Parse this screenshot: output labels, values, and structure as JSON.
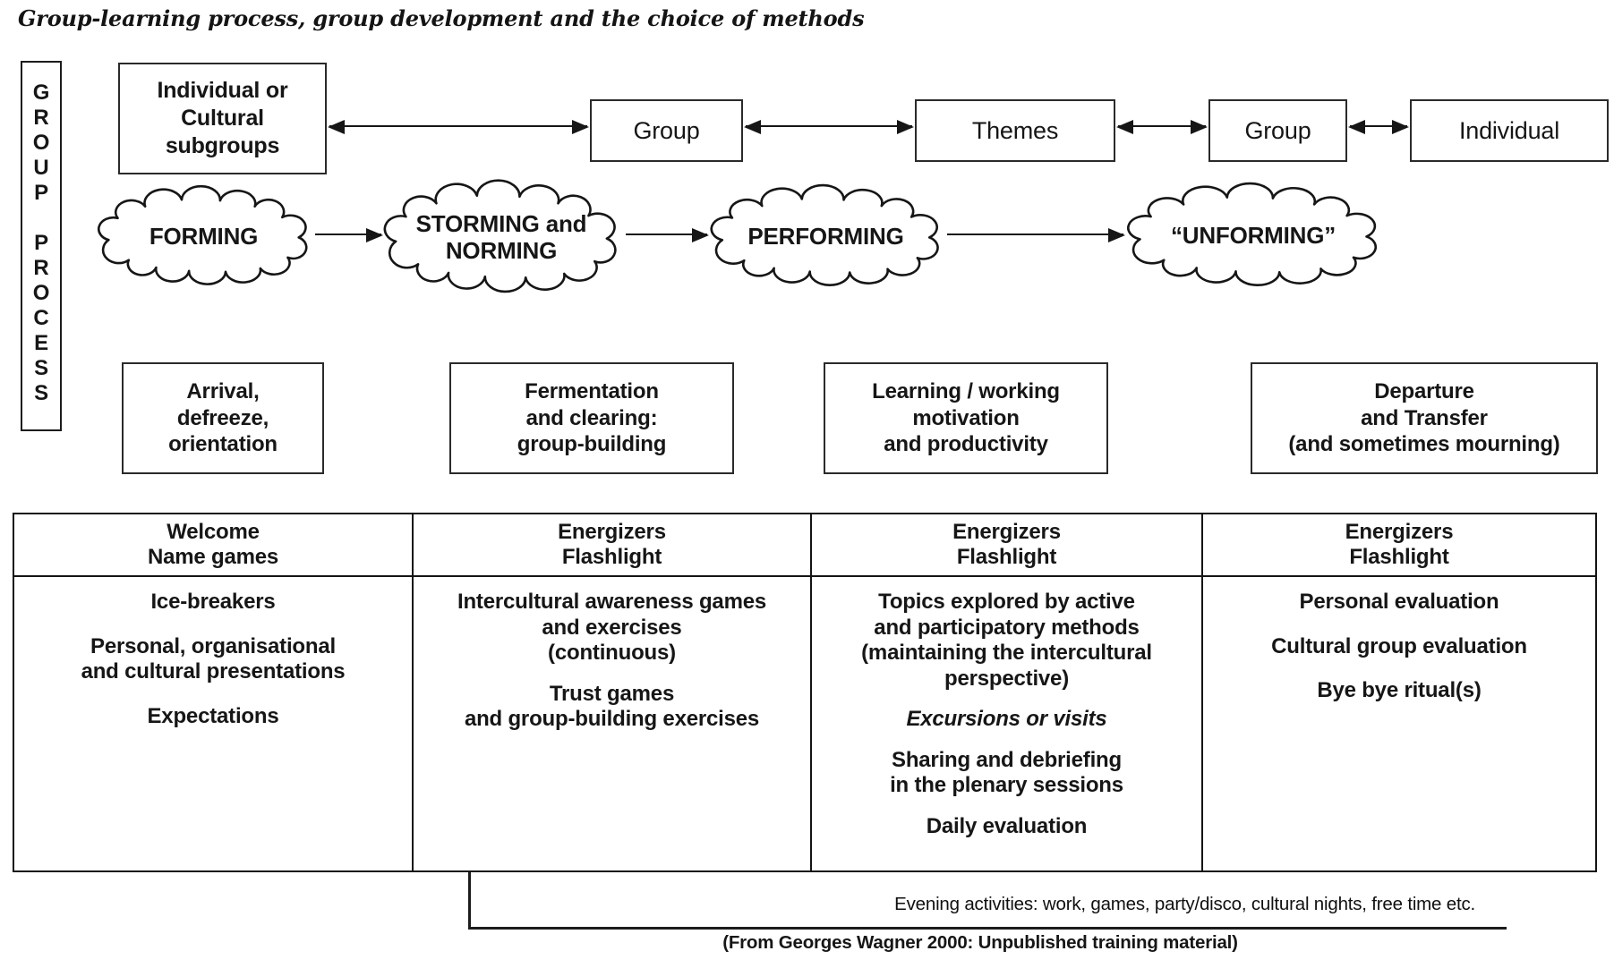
{
  "colors": {
    "ink": "#161616",
    "background": "#ffffff"
  },
  "title": "Group-learning process, group development and the choice of methods",
  "vertical_label": {
    "text": "G\nR\nO\nU\nP\n\nP\nR\nO\nC\nE\nS\nS"
  },
  "top_row": {
    "boxes": [
      {
        "label": "Individual or\nCultural\nsubgroups"
      },
      {
        "label": "Group"
      },
      {
        "label": "Themes"
      },
      {
        "label": "Group"
      },
      {
        "label": "Individual"
      }
    ]
  },
  "process_clouds": [
    {
      "label": "FORMING"
    },
    {
      "label": "STORMING and\nNORMING"
    },
    {
      "label": "PERFORMING"
    },
    {
      "label": "“UNFORMING”"
    }
  ],
  "phase_boxes": [
    {
      "label": "Arrival,\ndefreeze,\norientation"
    },
    {
      "label": "Fermentation\nand clearing:\ngroup-building"
    },
    {
      "label": "Learning / working\nmotivation\nand productivity"
    },
    {
      "label": "Departure\nand Transfer\n(and sometimes mourning)"
    }
  ],
  "methods_table": {
    "columns": [
      {
        "header": "Welcome\nName games",
        "items": [
          {
            "text": "Ice-breakers"
          },
          {
            "text": "Personal, organisational\nand cultural presentations"
          },
          {
            "text": "Expectations"
          }
        ]
      },
      {
        "header": "Energizers\nFlashlight",
        "items": [
          {
            "text": "Intercultural awareness games\nand exercises\n(continuous)"
          },
          {
            "text": "Trust games\nand group-building exercises"
          }
        ]
      },
      {
        "header": "Energizers\nFlashlight",
        "items": [
          {
            "text": "Topics explored by active\nand participatory methods\n(maintaining the intercultural\nperspective)"
          },
          {
            "text": "Excursions or visits"
          },
          {
            "text": "Sharing and debriefing\nin the plenary sessions"
          },
          {
            "text": "Daily evaluation"
          }
        ]
      },
      {
        "header": "Energizers\nFlashlight",
        "items": [
          {
            "text": "Personal evaluation"
          },
          {
            "text": "Cultural group evaluation"
          },
          {
            "text": "Bye bye ritual(s)"
          }
        ]
      }
    ]
  },
  "footnotes": {
    "evening_note": "Evening activities: work, games, party/disco, cultural nights, free time  etc.",
    "attribution": "(From Georges Wagner 2000: Unpublished training material)"
  }
}
